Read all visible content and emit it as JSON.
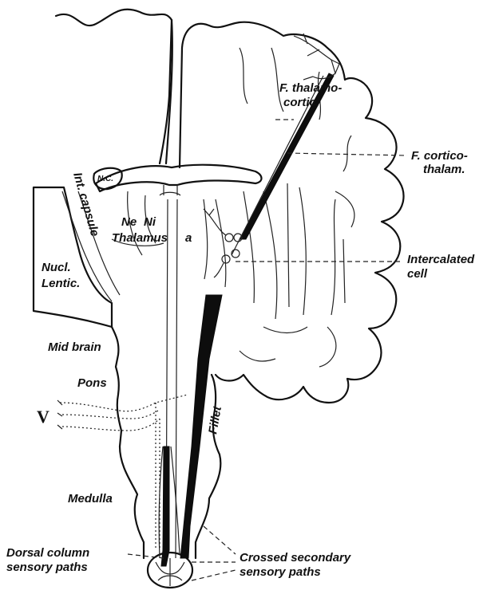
{
  "labels": {
    "f_thalamo_line1": "F. thalamo-",
    "f_thalamo_line2": "cortic.",
    "f_cortico_line1": "F. cortico-",
    "f_cortico_line2": "thalam.",
    "nc": "N.C.",
    "int_capsule": "Int. capsule",
    "ne": "Ne",
    "ni": "Ni",
    "thalamus": "Thalamus",
    "alpha": "a",
    "nucl": "Nucl.",
    "lentic": "Lentic.",
    "intercalated_line1": "Intercalated",
    "intercalated_line2": "cell",
    "mid_brain": "Mid brain",
    "pons": "Pons",
    "fillet": "Fillet",
    "v": "V",
    "medulla": "Medulla",
    "dorsal_line1": "Dorsal column",
    "dorsal_line2": "sensory paths",
    "crossed_line1": "Crossed  secondary",
    "crossed_line2": "sensory  paths"
  }
}
